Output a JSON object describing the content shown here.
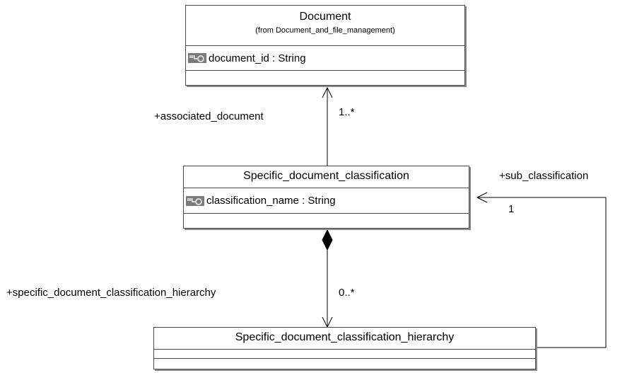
{
  "classes": {
    "document": {
      "name": "Document",
      "origin": "(from Document_and_file_management)",
      "attribute": "document_id : String",
      "attribute_icon": "attribute-key-icon"
    },
    "specific_document_classification": {
      "name": "Specific_document_classification",
      "attribute": "classification_name : String",
      "attribute_icon": "attribute-key-icon"
    },
    "specific_document_classification_hierarchy": {
      "name": "Specific_document_classification_hierarchy"
    }
  },
  "associations": {
    "to_document": {
      "role": "+associated_document",
      "multiplicity": "1..*"
    },
    "to_hierarchy": {
      "role": "+specific_document_classification_hierarchy",
      "multiplicity": "0..*"
    },
    "sub_classification": {
      "role": "+sub_classification",
      "multiplicity": "1"
    }
  },
  "colors": {
    "line": "#000000",
    "border": "#4a4a4a",
    "shadow": "#8a8a8a",
    "icon": "#7a7a7a"
  }
}
